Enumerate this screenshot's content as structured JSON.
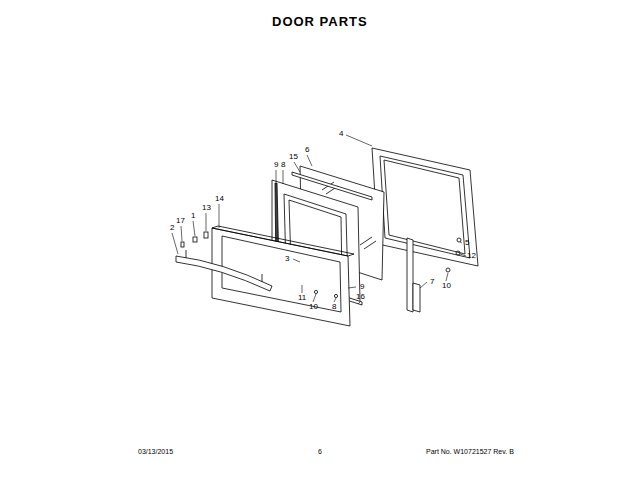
{
  "diagram": {
    "title": "DOOR PARTS",
    "labels": [
      "4",
      "6",
      "15",
      "9",
      "8",
      "14",
      "13",
      "1",
      "17",
      "2",
      "3",
      "9",
      "16",
      "11",
      "10",
      "8",
      "7",
      "5",
      "12",
      "10",
      "03/13/2015",
      "6",
      "Part No. W10721527 Rev. B"
    ]
  }
}
